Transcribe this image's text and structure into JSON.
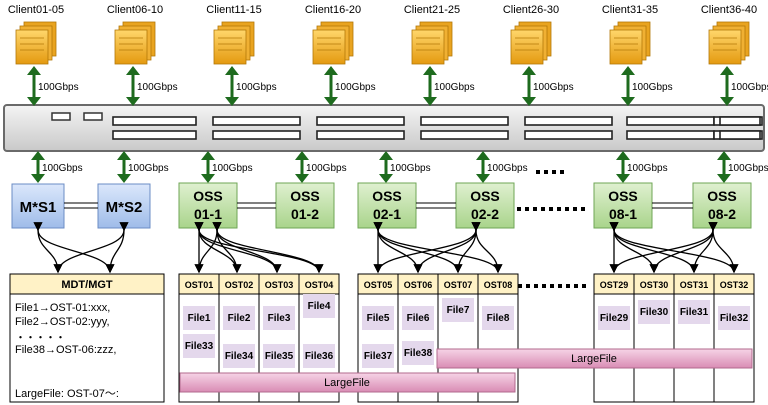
{
  "clients": [
    "Client01-05",
    "Client06-10",
    "Client11-15",
    "Client16-20",
    "Client21-25",
    "Client26-30",
    "Client31-35",
    "Client36-40"
  ],
  "link_speed": "100Gbps",
  "mds": [
    "M*S1",
    "M*S2"
  ],
  "oss": [
    {
      "l1": "OSS",
      "l2": "01-1"
    },
    {
      "l1": "OSS",
      "l2": "01-2"
    },
    {
      "l1": "OSS",
      "l2": "02-1"
    },
    {
      "l1": "OSS",
      "l2": "02-2"
    },
    {
      "l1": "OSS",
      "l2": "08-1"
    },
    {
      "l1": "OSS",
      "l2": "08-2"
    }
  ],
  "mdt": {
    "header": "MDT/MGT",
    "lines": [
      "File1→OST-01:xxx,",
      "File2→OST-02:yyy,",
      "・・・・・",
      "File38→OST-06:zzz,",
      "LargeFile: OST-07〜:"
    ]
  },
  "osts": [
    "OST01",
    "OST02",
    "OST03",
    "OST04",
    "OST05",
    "OST06",
    "OST07",
    "OST08",
    "OST29",
    "OST30",
    "OST31",
    "OST32"
  ],
  "files_row1": [
    "File1",
    "File2",
    "File3",
    "File4",
    "File5",
    "File6",
    "File7",
    "File8",
    "File29",
    "File30",
    "File31",
    "File32"
  ],
  "files_row2": [
    "File33",
    "File34",
    "File35",
    "File36",
    "File37",
    "File38"
  ],
  "large_file": "LargeFile",
  "colors": {
    "client": "#f2b632",
    "arrow": "#1e6b1e",
    "mds": "#b8cff0",
    "oss": "#bfe0a8",
    "ost_header": "#fff2c6",
    "file": "#e4d8ec",
    "large": "#e7a6c6"
  }
}
